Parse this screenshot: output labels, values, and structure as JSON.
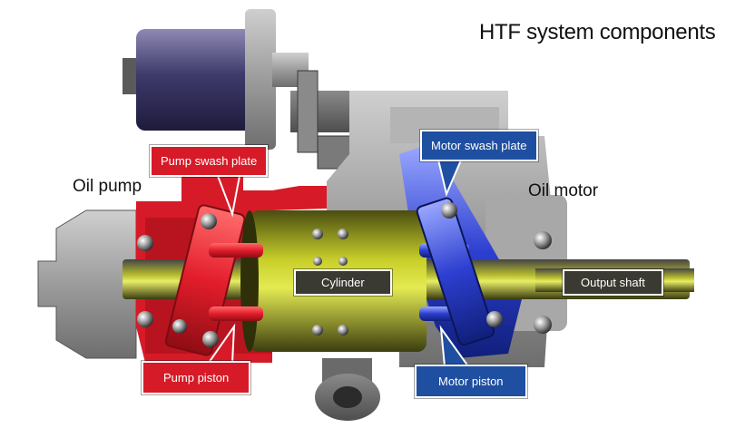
{
  "title": "HTF system components",
  "labels": {
    "oil_pump": "Oil pump",
    "oil_motor": "Oil motor",
    "pump_swash_plate": "Pump swash plate",
    "motor_swash_plate": "Motor swash plate",
    "cylinder": "Cylinder",
    "output_shaft": "Output shaft",
    "pump_piston": "Pump piston",
    "motor_piston": "Motor piston"
  },
  "colors": {
    "pump_red": "#d71a28",
    "motor_blue": "#1f4fa0",
    "housing_gray": "#9a9a9a",
    "cylinder_yellow": "#c8cf2a",
    "label_dark": "#3a3a32"
  },
  "icons": [
    "electric-motor-icon",
    "gear-icon",
    "ball-bearing-icon"
  ]
}
